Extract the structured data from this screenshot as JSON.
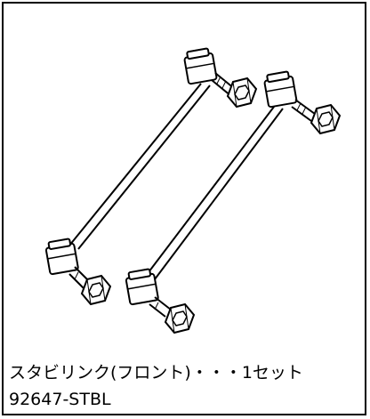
{
  "product": {
    "name_line": "スタビリンク(フロント)・・・1セット",
    "part_number": "92647-STBL"
  },
  "illustration": {
    "subject": "stabilizer-link-pair",
    "colors": {
      "line": "#000000",
      "fill": "#ffffff",
      "border": "#000000"
    }
  }
}
